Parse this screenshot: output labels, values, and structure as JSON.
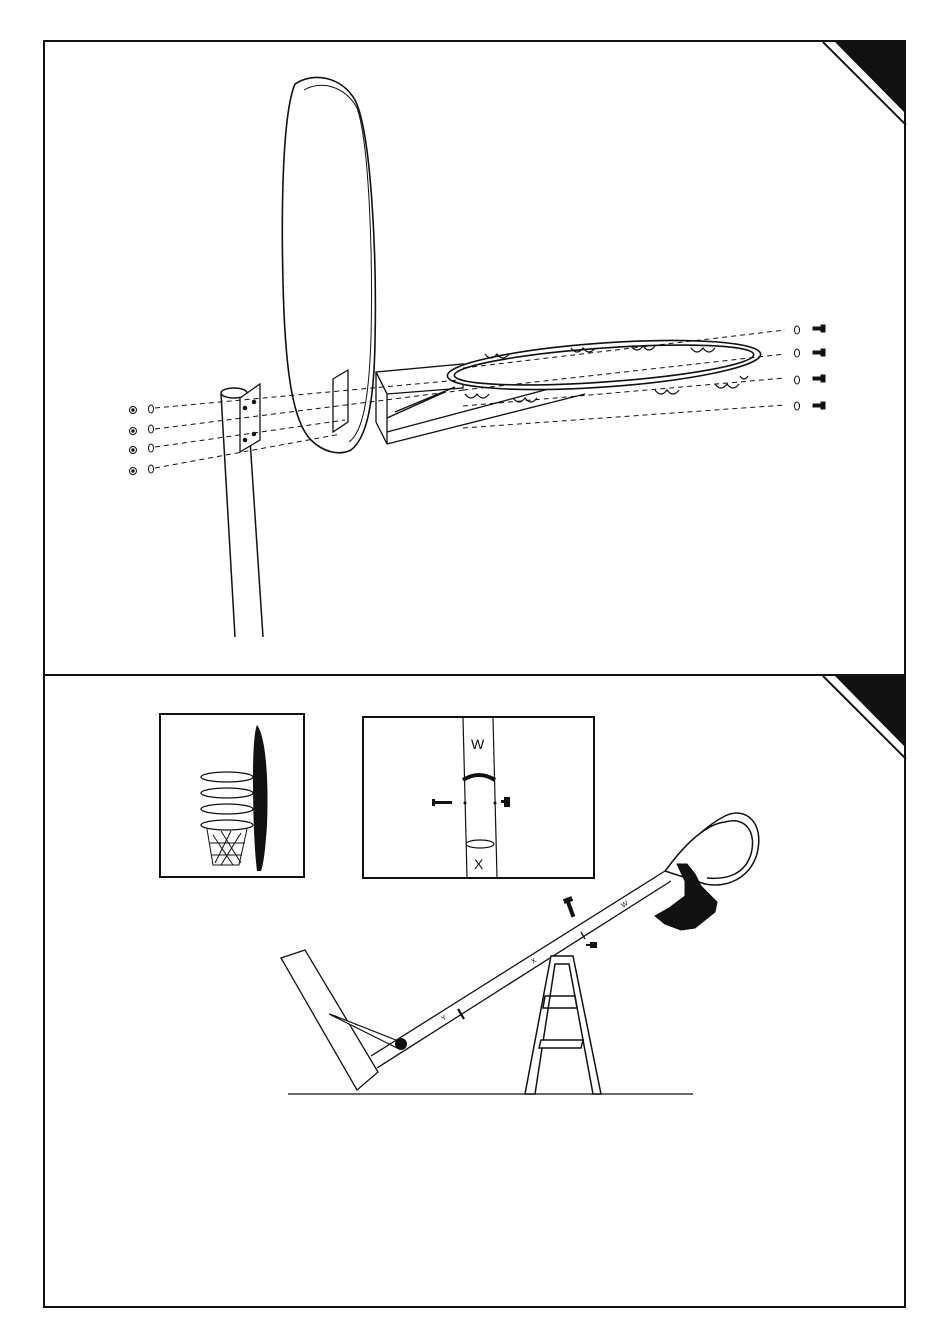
{
  "panel2": {
    "inset_pole": {
      "upper_label": "W",
      "lower_label": "X"
    },
    "pole_marks": {
      "w": "W",
      "x": "X",
      "y": "Y"
    }
  },
  "colors": {
    "ink": "#111111",
    "paper": "#ffffff"
  }
}
